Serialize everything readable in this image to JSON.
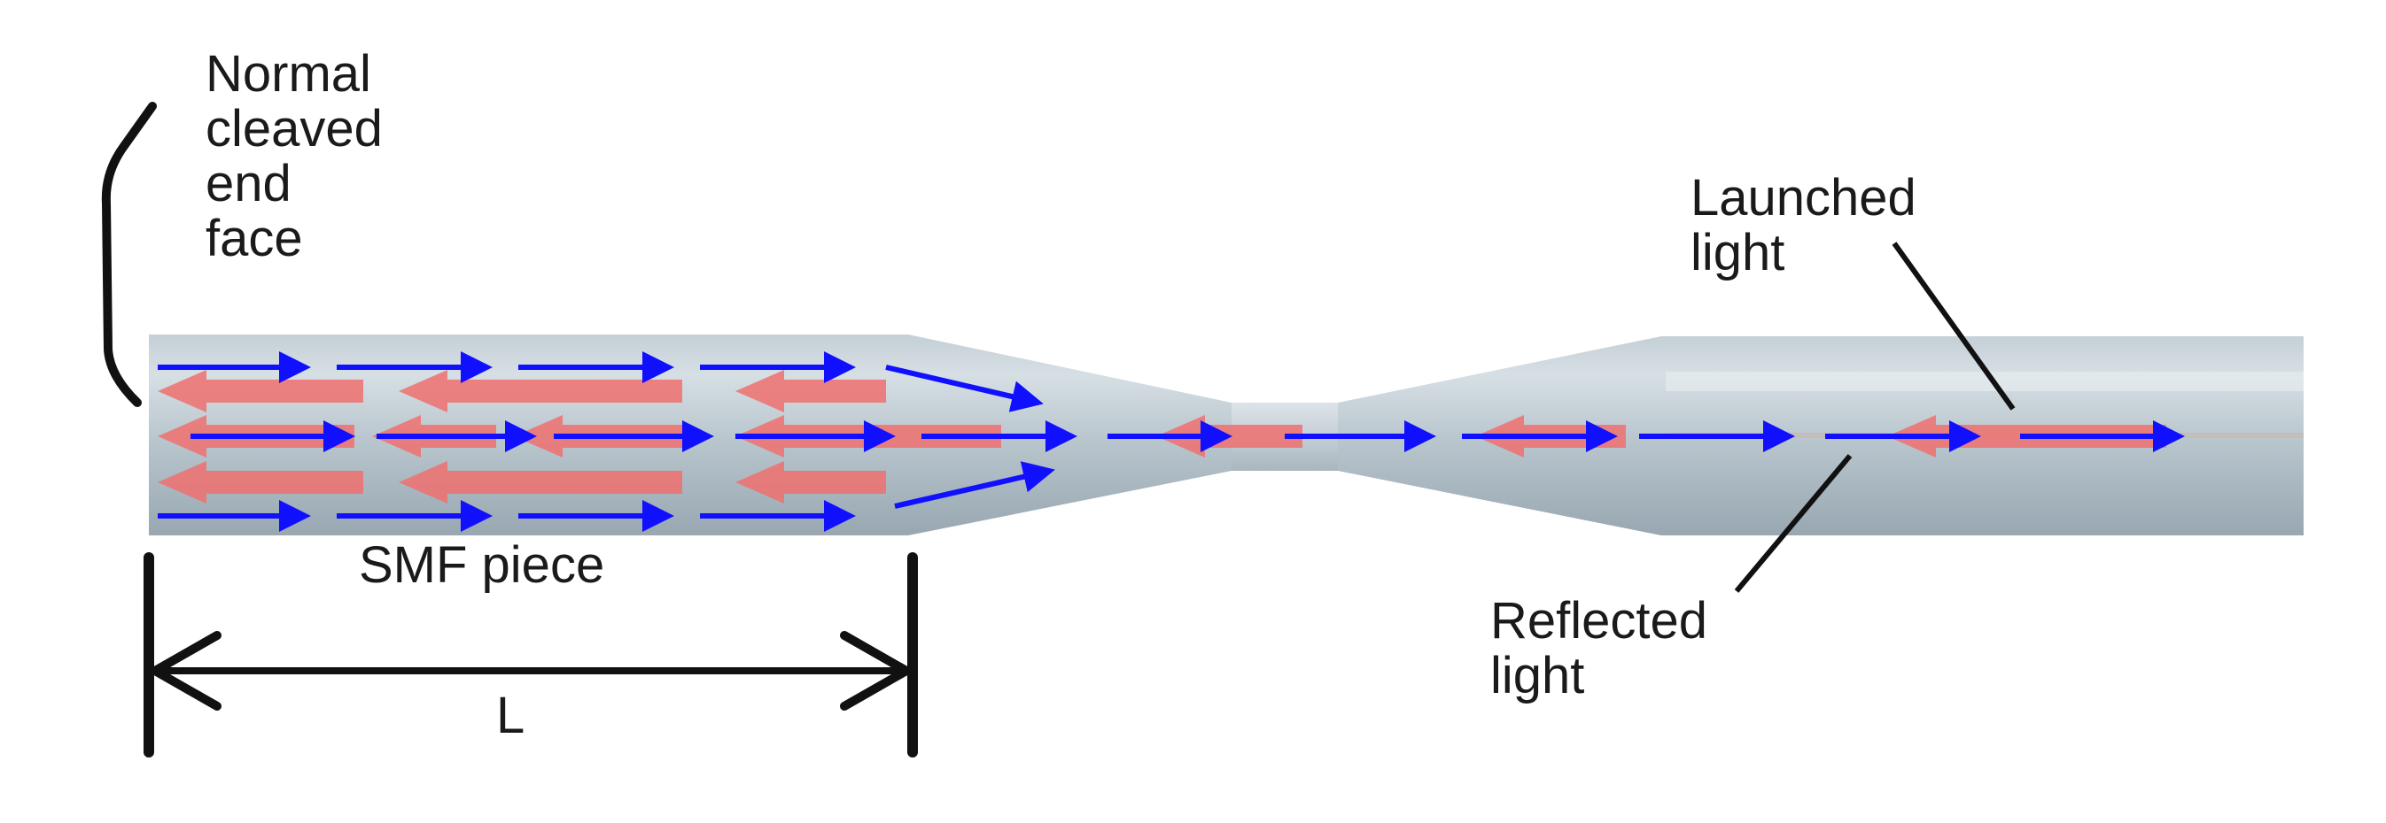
{
  "labels": {
    "end_face": [
      "Normal",
      "cleaved",
      "end",
      "face"
    ],
    "launched": [
      "Launched",
      "light"
    ],
    "reflected": [
      "Reflected",
      "light"
    ],
    "smf_piece": "SMF piece",
    "length": "L"
  },
  "colors": {
    "fiber_fill": "#b3c0c8",
    "fiber_shade": "#9fadb6",
    "launched_arrow": "#1010ff",
    "reflected_arrow": "#f07070",
    "line": "#111111"
  }
}
